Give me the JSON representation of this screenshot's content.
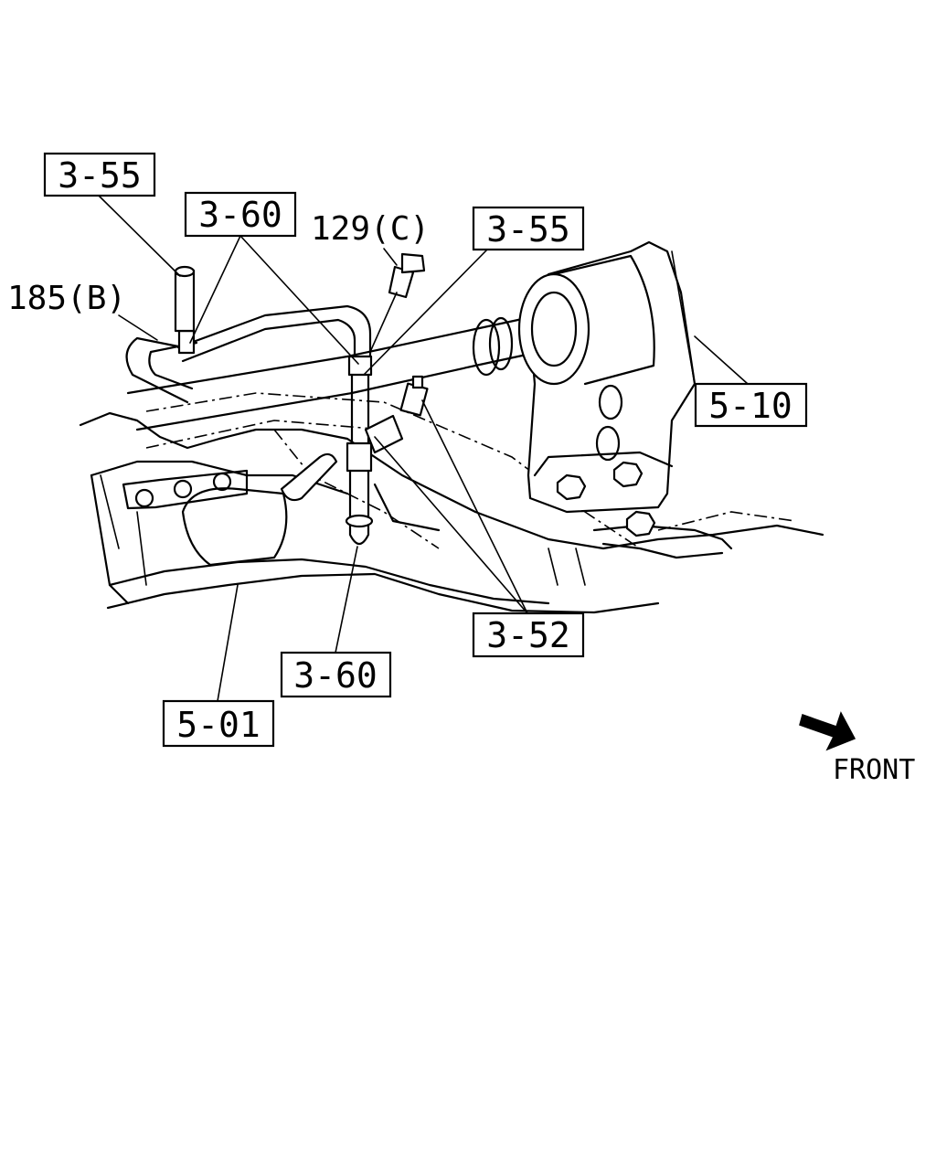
{
  "callouts": {
    "c355_left": "3-55",
    "c360_top": "3-60",
    "c129": "129(C)",
    "c355_right": "3-55",
    "c185": "185(B)",
    "c510": "5-10",
    "c352": "3-52",
    "c360_bottom": "3-60",
    "c501": "5-01"
  },
  "orientation": {
    "front_label": "FRONT",
    "arrow_icon": "front-arrow-icon"
  }
}
